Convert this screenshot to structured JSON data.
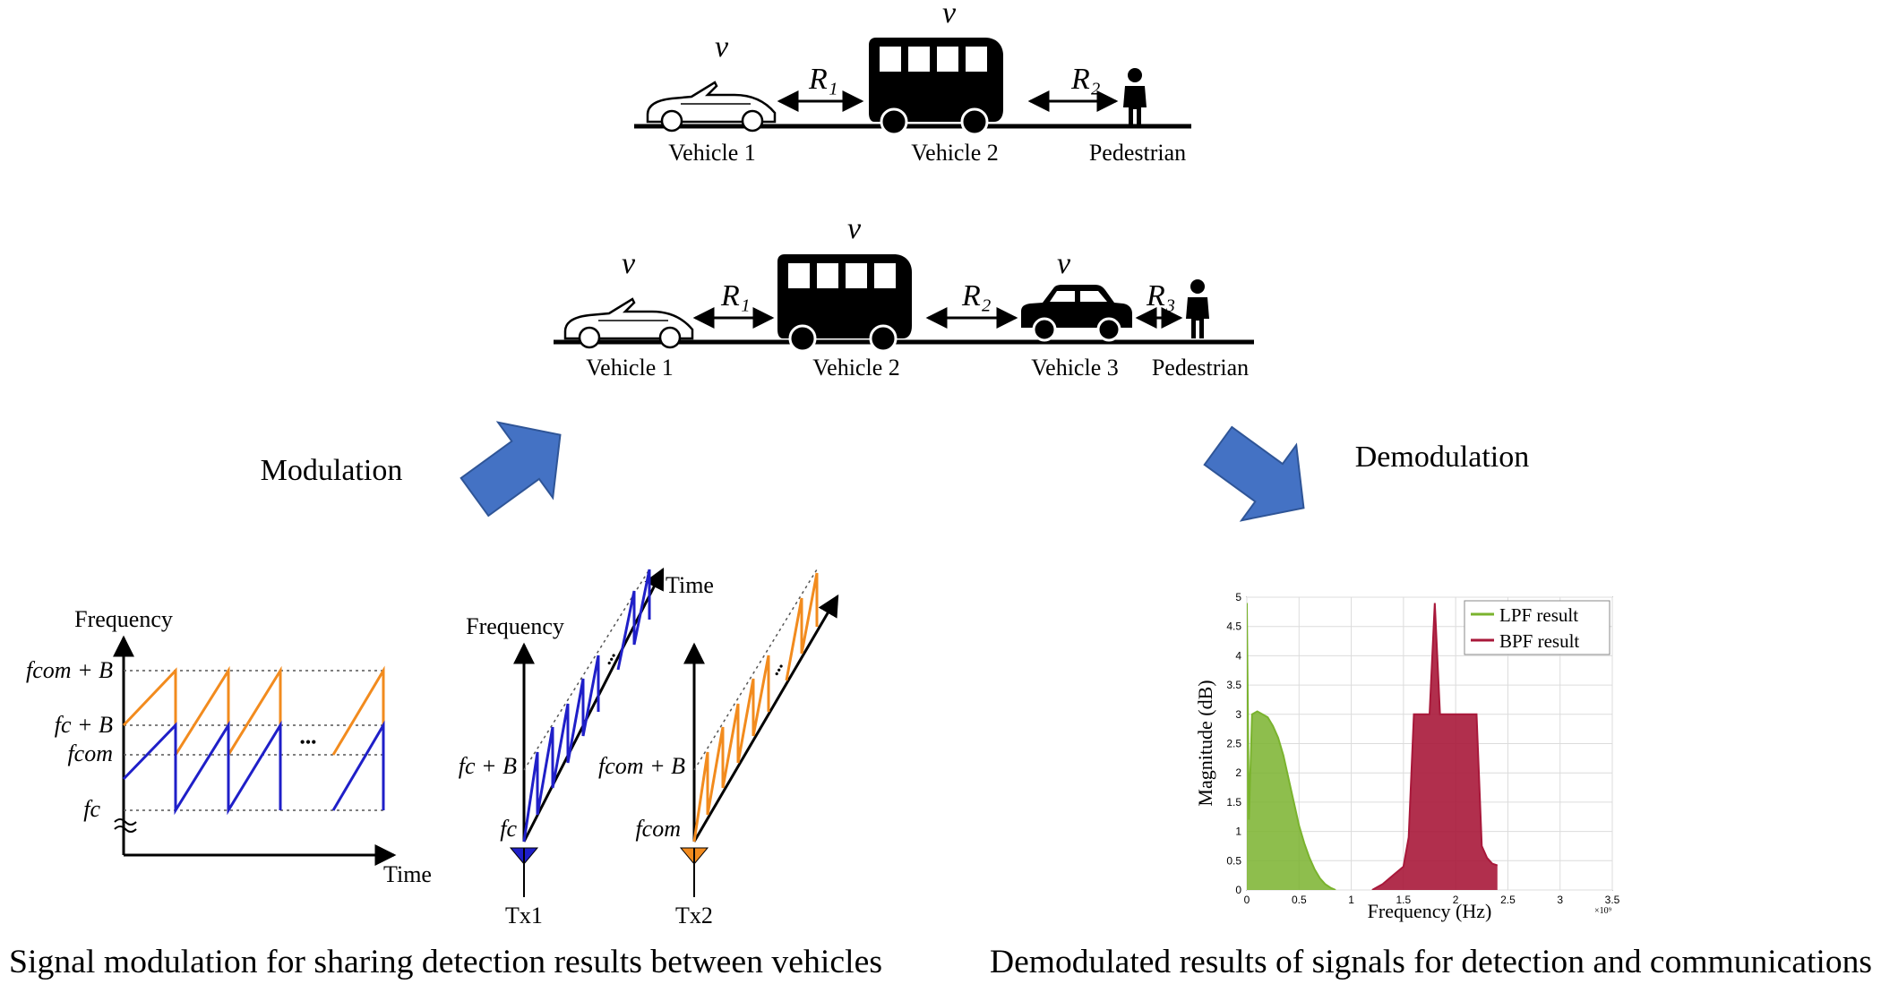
{
  "scene1": {
    "velocity": "v",
    "range1": "R₁",
    "range2": "R₂",
    "vehicle1": "Vehicle 1",
    "vehicle2": "Vehicle 2",
    "pedestrian": "Pedestrian"
  },
  "scene2": {
    "velocity": "v",
    "range1": "R₁",
    "range2": "R₂",
    "range3": "R₃",
    "vehicle1": "Vehicle 1",
    "vehicle2": "Vehicle 2",
    "vehicle3": "Vehicle 3",
    "pedestrian": "Pedestrian"
  },
  "flow": {
    "modulation": "Modulation",
    "demodulation": "Demodulation",
    "arrow_color": "#4472c4"
  },
  "modulation_panel": {
    "y_axis": "Frequency",
    "x_axis": "Time",
    "labels": {
      "fcom_b": "fcom + B",
      "fc_b": "fc + B",
      "fcom": "fcom",
      "fc": "fc",
      "ellipsis": "•••"
    },
    "colors": {
      "orange": "#f28b1e",
      "blue": "#1f1fc8"
    }
  },
  "tx_panel": {
    "y_axis": "Frequency",
    "time_axis": "Time",
    "tx1": {
      "name": "Tx1",
      "upper": "fc + B",
      "base": "fc",
      "color": "#1f1fc8"
    },
    "tx2": {
      "name": "Tx2",
      "upper": "fcom + B",
      "base": "fcom",
      "color": "#f28b1e"
    },
    "ellipsis": "•••"
  },
  "chart_data": {
    "type": "line",
    "xlabel": "Frequency (Hz)",
    "ylabel": "Magnitude (dB)",
    "x_exponent": "×10⁹",
    "xlim": [
      0,
      3.5
    ],
    "ylim": [
      0,
      5
    ],
    "x_ticks": [
      "0",
      "0.5",
      "1",
      "1.5",
      "2",
      "2.5",
      "3",
      "3.5"
    ],
    "y_ticks": [
      "0",
      "0.5",
      "1",
      "1.5",
      "2",
      "2.5",
      "3",
      "3.5",
      "4",
      "4.5",
      "5"
    ],
    "grid": true,
    "legend": "top-right",
    "series": [
      {
        "name": "LPF result",
        "color": "#7ab32e",
        "x": [
          0,
          0.02,
          0.05,
          0.1,
          0.15,
          0.2,
          0.25,
          0.3,
          0.35,
          0.4,
          0.45,
          0.5,
          0.55,
          0.6,
          0.65,
          0.7,
          0.75,
          0.8,
          0.85
        ],
        "y": [
          4.9,
          1.2,
          3.0,
          3.05,
          3.0,
          2.95,
          2.8,
          2.6,
          2.3,
          1.9,
          1.5,
          1.1,
          0.8,
          0.55,
          0.35,
          0.2,
          0.1,
          0.04,
          0.0
        ]
      },
      {
        "name": "BPF result",
        "color": "#a8183a",
        "x": [
          1.2,
          1.3,
          1.4,
          1.5,
          1.55,
          1.6,
          1.7,
          1.75,
          1.8,
          1.85,
          1.9,
          2.0,
          2.1,
          2.2,
          2.25,
          2.3,
          2.35,
          2.4
        ],
        "y": [
          0.0,
          0.1,
          0.25,
          0.4,
          0.9,
          3.0,
          3.0,
          3.0,
          4.9,
          3.0,
          3.0,
          3.0,
          3.0,
          3.0,
          0.75,
          0.55,
          0.45,
          0.42
        ]
      }
    ]
  },
  "captions": {
    "left": "Signal modulation for sharing detection results between vehicles",
    "right": "Demodulated results of signals for detection and communications"
  }
}
